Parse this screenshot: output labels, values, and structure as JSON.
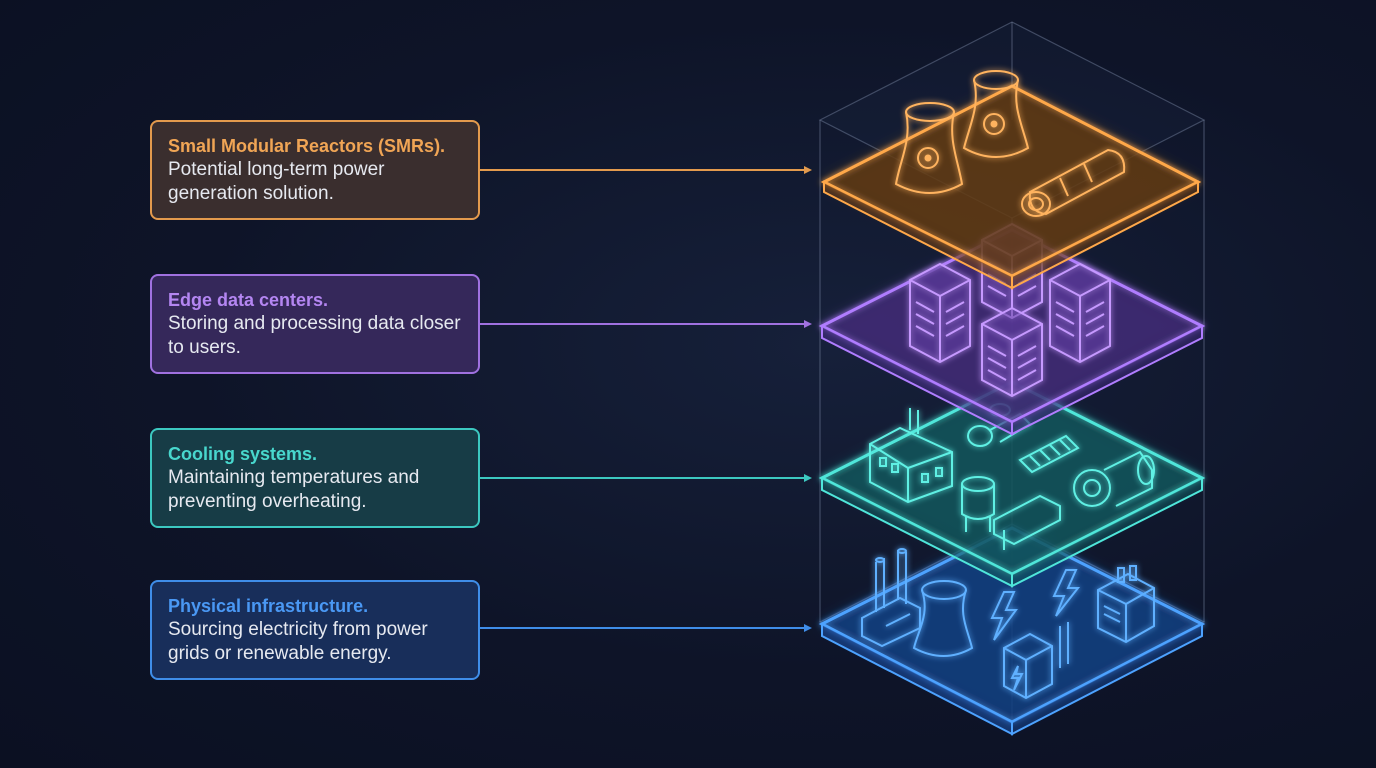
{
  "layers": [
    {
      "key": "smr",
      "title": "Small Modular Reactors (SMRs).",
      "description": "Potential long-term power generation solution.",
      "color": "#f0a555"
    },
    {
      "key": "edge",
      "title": "Edge data centers.",
      "description": "Storing and processing data closer to users.",
      "color": "#b486f2"
    },
    {
      "key": "cooling",
      "title": "Cooling systems.",
      "description": "Maintaining temperatures and preventing overheating.",
      "color": "#48d7cd"
    },
    {
      "key": "physical",
      "title": "Physical infrastructure.",
      "description": "Sourcing electricity from power grids or renewable energy.",
      "color": "#4a98f4"
    }
  ],
  "icons": {
    "smr_layer": [
      "cooling-tower-radiation-icon",
      "cooling-tower-radiation-icon",
      "reactor-module-icon"
    ],
    "edge_layer": [
      "server-rack-icon",
      "server-rack-icon",
      "server-rack-icon",
      "server-rack-icon"
    ],
    "cooling_layer": [
      "factory-icon",
      "tank-icon",
      "pump-icon",
      "coil-icon",
      "motor-gear-icon"
    ],
    "physical_layer": [
      "power-plant-icon",
      "cooling-tower-icon",
      "lightning-icon",
      "lightning-icon",
      "battery-icon",
      "transformer-icon"
    ]
  }
}
